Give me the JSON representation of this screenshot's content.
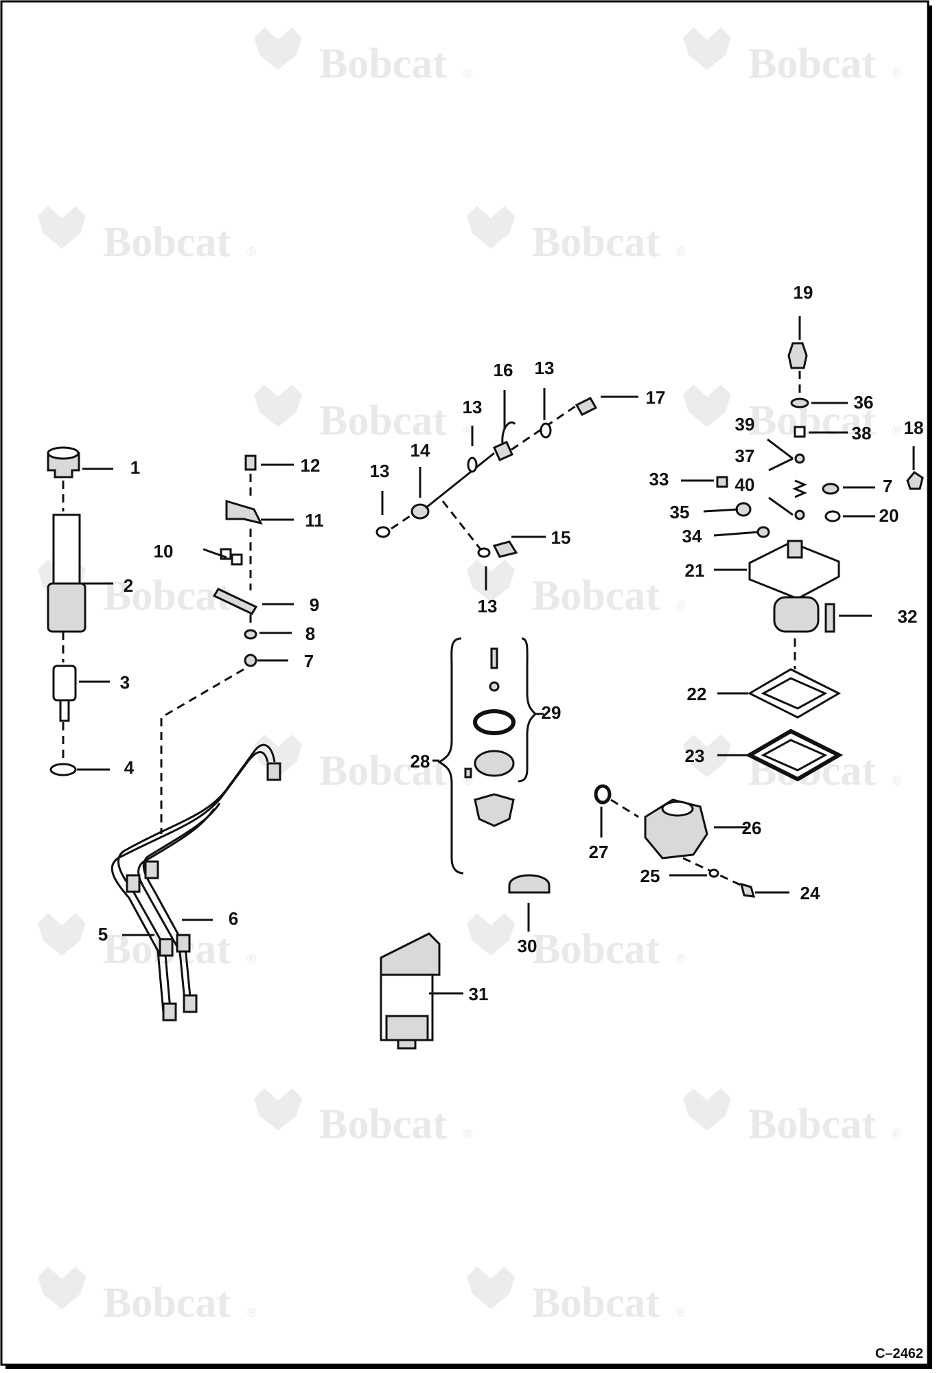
{
  "figure_id": "C–2462",
  "watermark": {
    "brand": "Bobcat",
    "reg_mark": "®"
  },
  "callouts": [
    {
      "id": "c1",
      "text": "1"
    },
    {
      "id": "c2",
      "text": "2"
    },
    {
      "id": "c3",
      "text": "3"
    },
    {
      "id": "c4",
      "text": "4"
    },
    {
      "id": "c5",
      "text": "5"
    },
    {
      "id": "c6",
      "text": "6"
    },
    {
      "id": "c7a",
      "text": "7"
    },
    {
      "id": "c7b",
      "text": "7"
    },
    {
      "id": "c8",
      "text": "8"
    },
    {
      "id": "c9",
      "text": "9"
    },
    {
      "id": "c10",
      "text": "10"
    },
    {
      "id": "c11",
      "text": "11"
    },
    {
      "id": "c12",
      "text": "12"
    },
    {
      "id": "c13a",
      "text": "13"
    },
    {
      "id": "c13b",
      "text": "13"
    },
    {
      "id": "c13c",
      "text": "13"
    },
    {
      "id": "c13d",
      "text": "13"
    },
    {
      "id": "c14",
      "text": "14"
    },
    {
      "id": "c15",
      "text": "15"
    },
    {
      "id": "c16",
      "text": "16"
    },
    {
      "id": "c17",
      "text": "17"
    },
    {
      "id": "c18",
      "text": "18"
    },
    {
      "id": "c19",
      "text": "19"
    },
    {
      "id": "c20",
      "text": "20"
    },
    {
      "id": "c21",
      "text": "21"
    },
    {
      "id": "c22",
      "text": "22"
    },
    {
      "id": "c23",
      "text": "23"
    },
    {
      "id": "c24",
      "text": "24"
    },
    {
      "id": "c25",
      "text": "25"
    },
    {
      "id": "c26",
      "text": "26"
    },
    {
      "id": "c27",
      "text": "27"
    },
    {
      "id": "c28",
      "text": "28"
    },
    {
      "id": "c29",
      "text": "29"
    },
    {
      "id": "c30",
      "text": "30"
    },
    {
      "id": "c31",
      "text": "31"
    },
    {
      "id": "c32",
      "text": "32"
    },
    {
      "id": "c33",
      "text": "33"
    },
    {
      "id": "c34",
      "text": "34"
    },
    {
      "id": "c35",
      "text": "35"
    },
    {
      "id": "c36",
      "text": "36"
    },
    {
      "id": "c37",
      "text": "37"
    },
    {
      "id": "c38",
      "text": "38"
    },
    {
      "id": "c39",
      "text": "39"
    },
    {
      "id": "c40",
      "text": "40"
    }
  ]
}
